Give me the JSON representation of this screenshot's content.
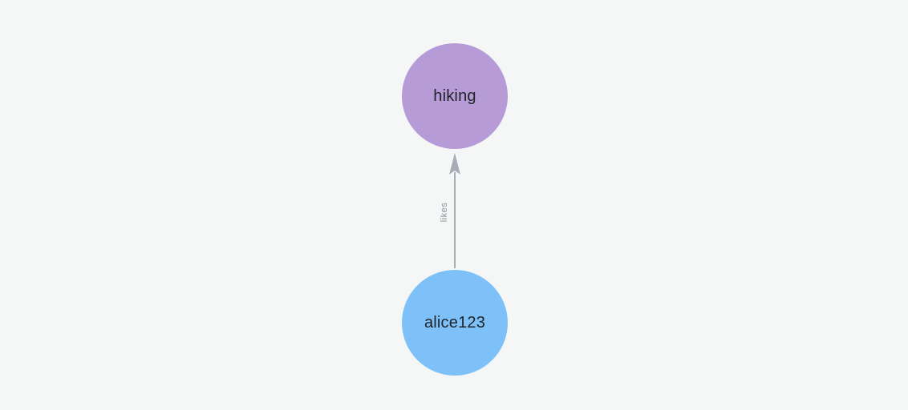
{
  "canvas": {
    "background_color": "#f5f6f6"
  },
  "graph": {
    "type": "directed-node-link-graph",
    "nodes": [
      {
        "id": "hiking",
        "label": "hiking",
        "color": "#b69bd7",
        "text_color": "#1f2329"
      },
      {
        "id": "alice123",
        "label": "alice123",
        "color": "#7dc1f8",
        "text_color": "#1f2329"
      }
    ],
    "edges": [
      {
        "from": "alice123",
        "to": "hiking",
        "label": "likes",
        "line_color": "#a9acb6",
        "label_color": "#8d909a"
      }
    ]
  }
}
